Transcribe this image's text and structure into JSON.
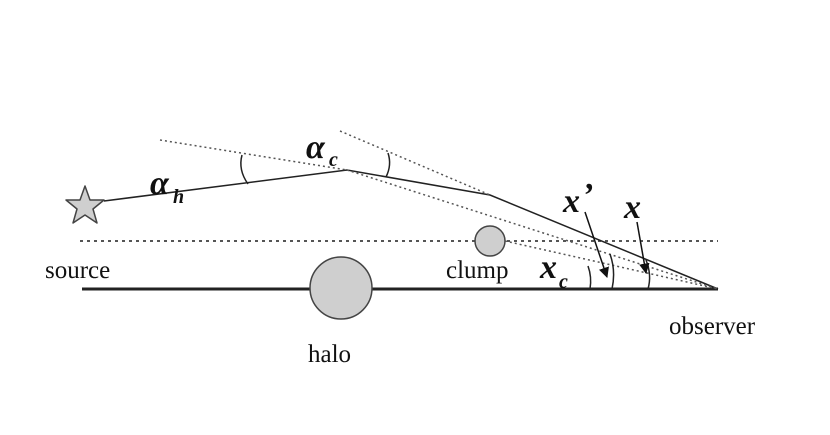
{
  "labels": {
    "source": "source",
    "halo": "halo",
    "clump": "clump",
    "observer": "observer"
  },
  "angles": {
    "alpha_h": {
      "symbol": "α",
      "subscript": "h"
    },
    "alpha_c": {
      "symbol": "α",
      "subscript": "c"
    },
    "x_prime": {
      "symbol": "x",
      "prime": "’"
    },
    "x": {
      "symbol": "x"
    },
    "x_c": {
      "symbol": "x",
      "subscript": "c"
    }
  },
  "colors": {
    "line": "#222222",
    "dotted": "#555555",
    "fill": "#cfcfcf",
    "outline": "#444444"
  }
}
